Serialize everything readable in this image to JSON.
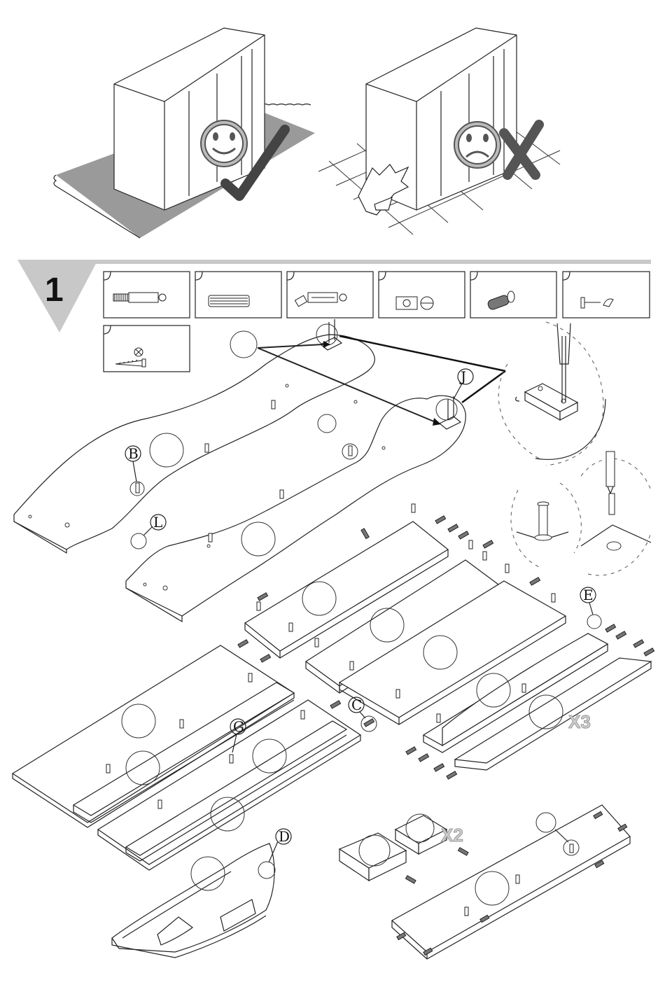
{
  "step": {
    "number": "1"
  },
  "parts": [
    {
      "id": "part-cam-bolt",
      "icon": "cam-bolt-icon"
    },
    {
      "id": "part-wood-dowel",
      "icon": "wood-dowel-icon"
    },
    {
      "id": "part-angled-cam-bolt",
      "icon": "angled-cam-bolt-icon"
    },
    {
      "id": "part-cam-lock",
      "icon": "cam-lock-icon"
    },
    {
      "id": "part-dowel-plug",
      "icon": "dowel-plug-icon"
    },
    {
      "id": "part-pin-nail",
      "icon": "pin-nail-icon"
    },
    {
      "id": "part-wood-screw",
      "icon": "wood-screw-icon"
    }
  ],
  "labels": {
    "b": "B",
    "l": "L",
    "j": "J",
    "e": "E",
    "c": "C",
    "g": "G",
    "d": "D"
  },
  "multipliers": {
    "x3": "X3",
    "x2": "X2"
  },
  "colors": {
    "line": "#222222",
    "floor_shade": "#9a9a9a",
    "header_gray": "#c8c8c8"
  }
}
